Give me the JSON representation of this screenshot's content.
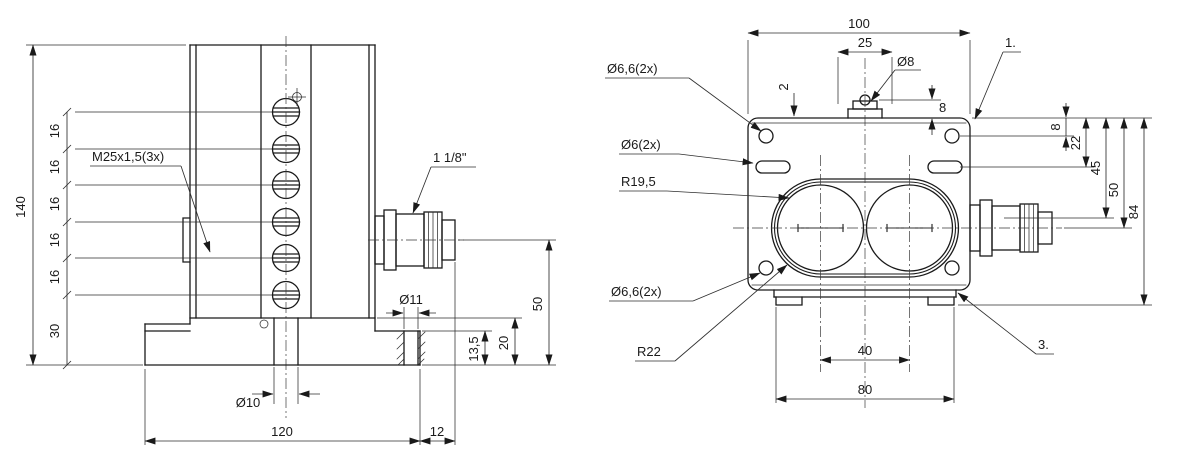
{
  "left_view": {
    "dim_overall_height": "140",
    "dim_pitch": [
      "16",
      "16",
      "16",
      "16",
      "16"
    ],
    "dim_bottom_offset": "30",
    "label_thread": "M25x1,5(3x)",
    "label_conduit": "1 1/8\"",
    "dim_hole": "Ø11",
    "dim_base_hole": "Ø10",
    "dim_base_width": "120",
    "dim_overhang": "12",
    "dim_plate_thk": "13,5",
    "dim_step": "20",
    "dim_conn_height": "50"
  },
  "right_view": {
    "dim_overall_width": "100",
    "dim_top_pitch": "25",
    "label_top_hole": "Ø8",
    "dim_lip": "2",
    "dim_top_offset": "8",
    "callout_1": "1.",
    "label_corner_holes_top": "Ø6,6(2x)",
    "label_slots": "Ø6(2x)",
    "label_bore_radius": "R19,5",
    "label_corner_holes_bottom": "Ø6,6(2x)",
    "label_outer_radius": "R22",
    "callout_3": "3.",
    "dim_right": [
      "8",
      "22",
      "45",
      "50",
      "84"
    ],
    "dim_bore_pitch": "40",
    "dim_foot_width": "80"
  }
}
